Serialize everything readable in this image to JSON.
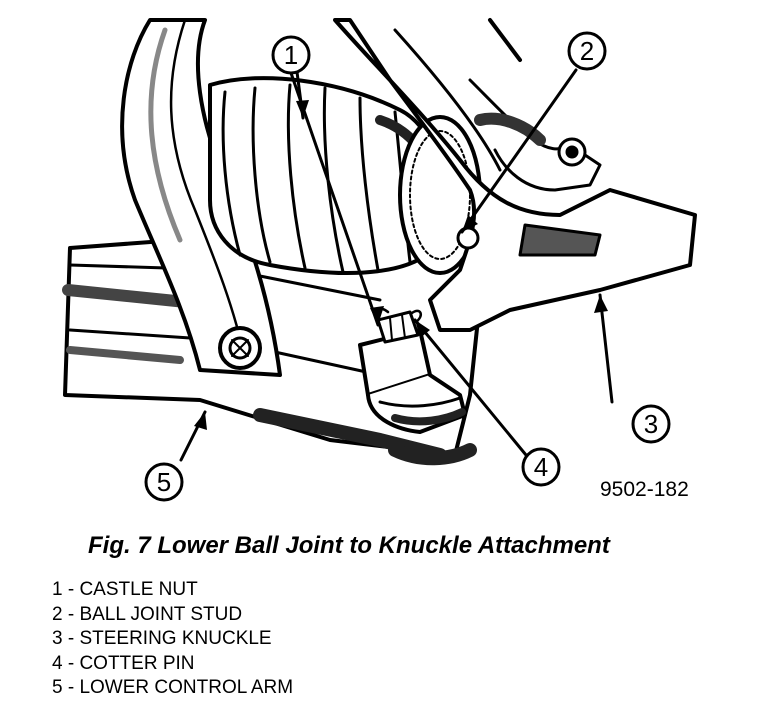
{
  "figure": {
    "id": "9502-182",
    "caption": "Fig. 7 Lower Ball Joint to Knuckle Attachment"
  },
  "callouts": [
    "1",
    "2",
    "3",
    "4",
    "5"
  ],
  "legend": [
    "1 - CASTLE NUT",
    "2 - BALL JOINT STUD",
    "3 - STEERING KNUCKLE",
    "4 - COTTER PIN",
    "5 - LOWER CONTROL ARM"
  ]
}
